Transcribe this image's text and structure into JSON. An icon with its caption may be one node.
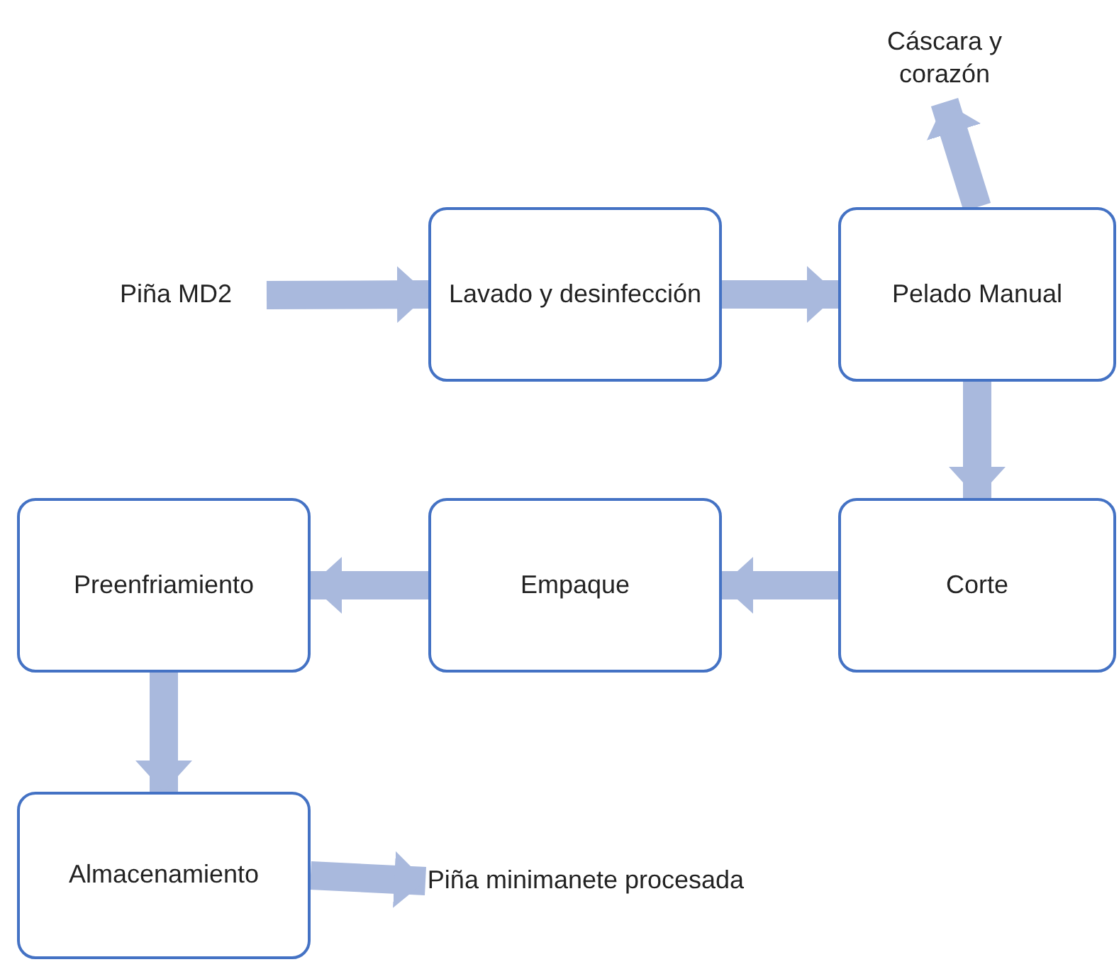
{
  "diagram": {
    "nodes": [
      {
        "text": [
          "Piña MD2"
        ]
      },
      {
        "text": [
          "Lavado y desinfección"
        ]
      },
      {
        "text": [
          "Pelado Manual"
        ]
      },
      {
        "text": [
          "Cáscara y corazón"
        ]
      },
      {
        "text": [
          "Corte"
        ]
      },
      {
        "text": [
          "Empaque"
        ]
      },
      {
        "text": [
          "Preenfriamiento"
        ]
      },
      {
        "text": [
          "Almacenamiento"
        ]
      },
      {
        "text": [
          "Piña minimanete procesada"
        ]
      }
    ],
    "edges": [
      {
        "from": 0,
        "to": 1,
        "arrow": "to"
      },
      {
        "from": 1,
        "to": 2,
        "arrow": "to"
      },
      {
        "from": 2,
        "to": 3,
        "arrow": "to"
      },
      {
        "from": 2,
        "to": 4,
        "arrow": "to"
      },
      {
        "from": 4,
        "to": 5,
        "arrow": "to"
      },
      {
        "from": 5,
        "to": 6,
        "arrow": "to"
      },
      {
        "from": 6,
        "to": 7,
        "arrow": "to"
      },
      {
        "from": 7,
        "to": 8,
        "arrow": "to"
      }
    ]
  }
}
